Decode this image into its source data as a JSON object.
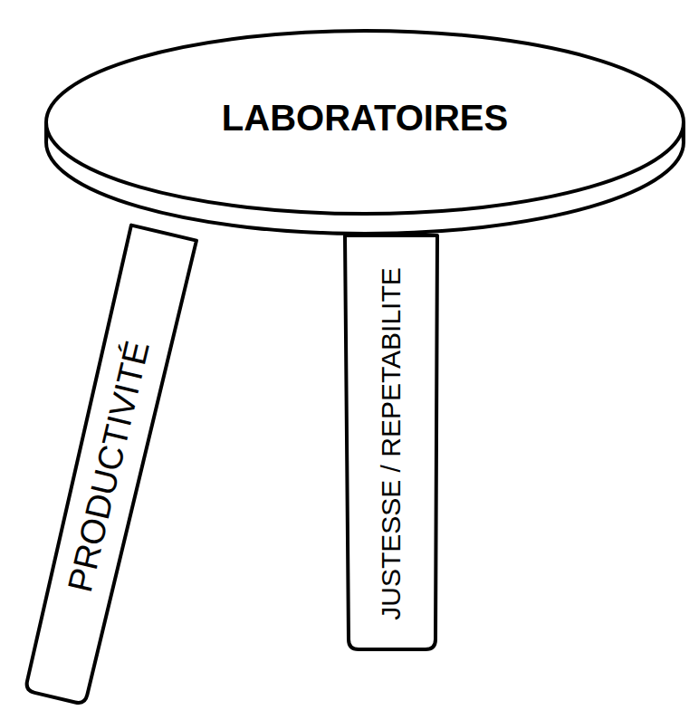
{
  "diagram": {
    "nodes": [
      {
        "text": [
          "LABORATOIRES"
        ]
      },
      {
        "text": [
          "PRODUCTIVITÉ"
        ]
      },
      {
        "text": [
          "JUSTESSE / REPETABILITE"
        ]
      }
    ]
  }
}
